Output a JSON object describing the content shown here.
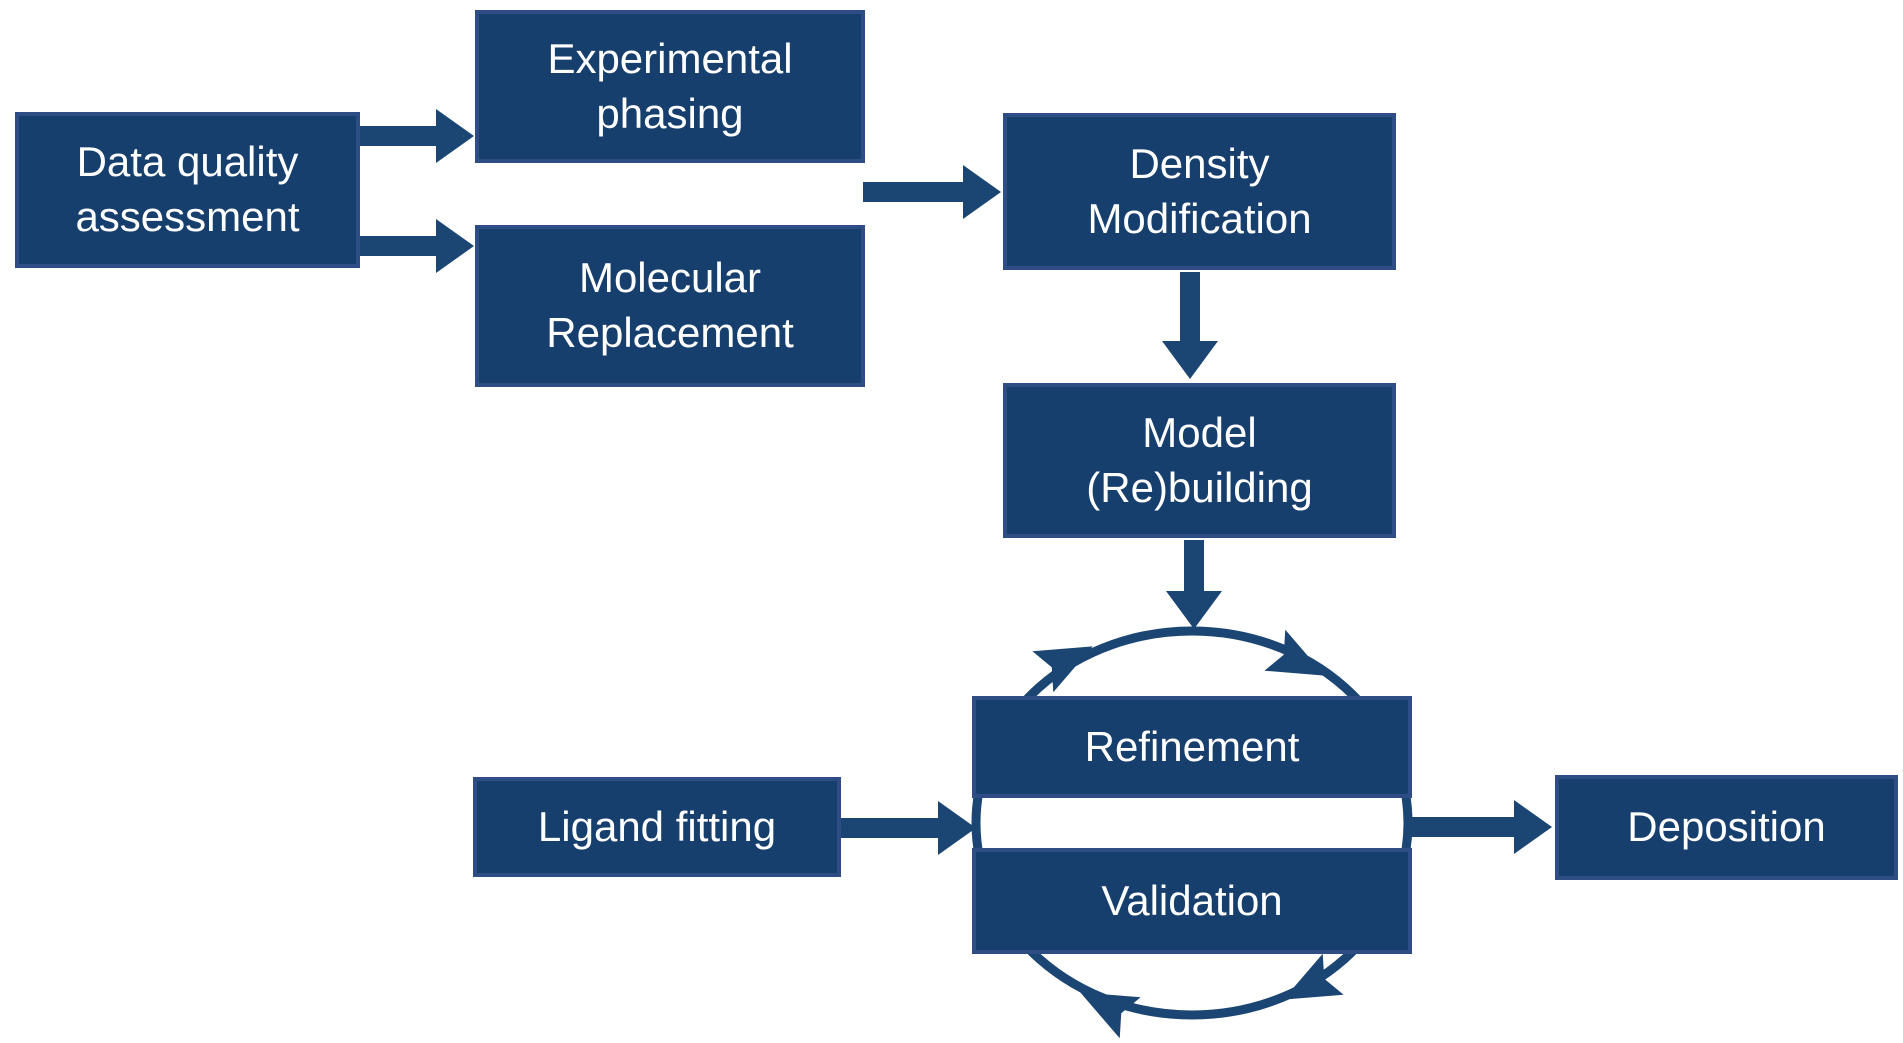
{
  "diagram": {
    "title_context": "Crystallographic structure determination workflow",
    "colors": {
      "background": "#ffffff",
      "box_fill": "#173f6d",
      "box_border": "#2e4d85",
      "arrow": "#1b4674",
      "text": "#ffffff"
    },
    "nodes": {
      "data_quality": {
        "label": "Data quality\nassessment"
      },
      "experimental_phasing": {
        "label": "Experimental\nphasing"
      },
      "molecular_replacement": {
        "label": "Molecular\nReplacement"
      },
      "density_modification": {
        "label": "Density\nModification"
      },
      "model_rebuilding": {
        "label": "Model\n(Re)building"
      },
      "refinement": {
        "label": "Refinement"
      },
      "validation": {
        "label": "Validation"
      },
      "ligand_fitting": {
        "label": "Ligand fitting"
      },
      "deposition": {
        "label": "Deposition"
      }
    },
    "edges": [
      {
        "from": "data_quality",
        "to": "experimental_phasing",
        "style": "block-arrow"
      },
      {
        "from": "data_quality",
        "to": "molecular_replacement",
        "style": "block-arrow"
      },
      {
        "from": "experimental_phasing & molecular_replacement",
        "to": "density_modification",
        "style": "block-arrow"
      },
      {
        "from": "density_modification",
        "to": "model_rebuilding",
        "style": "block-arrow"
      },
      {
        "from": "model_rebuilding",
        "to": "refinement_validation_cycle",
        "style": "block-arrow"
      },
      {
        "from": "ligand_fitting",
        "to": "refinement_validation_cycle",
        "style": "block-arrow"
      },
      {
        "from": "refinement_validation_cycle",
        "to": "deposition",
        "style": "block-arrow"
      }
    ],
    "cycle": {
      "between": [
        "refinement",
        "validation"
      ],
      "shape": "circle",
      "direction": "clockwise",
      "arrowhead_count": 4
    }
  }
}
